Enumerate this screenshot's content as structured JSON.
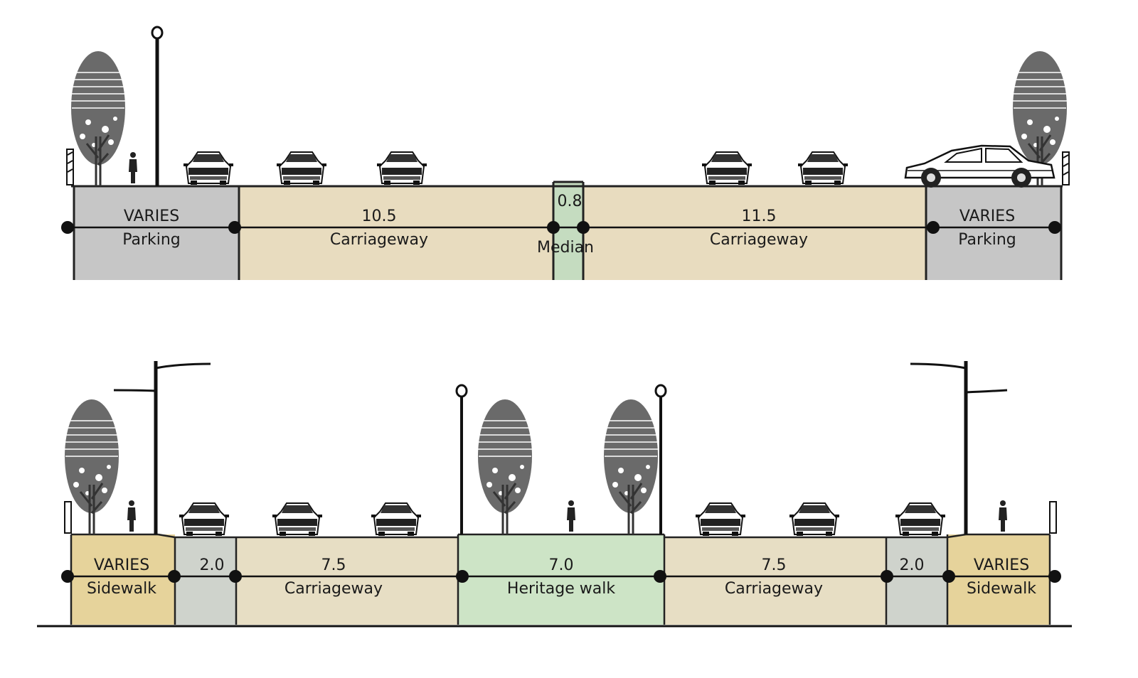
{
  "sections": [
    {
      "id": "existing",
      "segments": [
        {
          "kind": "parking",
          "value": "VARIES",
          "label": "Parking",
          "color": "#c6c6c6"
        },
        {
          "kind": "carriageway",
          "value": "10.5",
          "label": "Carriageway",
          "color": "#e8dcbf"
        },
        {
          "kind": "median",
          "value": "0.8",
          "label": "Median",
          "color": "#c5dcc0"
        },
        {
          "kind": "carriageway",
          "value": "11.5",
          "label": "Carriageway",
          "color": "#e8dcbf"
        },
        {
          "kind": "parking",
          "value": "VARIES",
          "label": "Parking",
          "color": "#c6c6c6"
        }
      ]
    },
    {
      "id": "proposed",
      "segments": [
        {
          "kind": "sidewalk",
          "value": "VARIES",
          "label": "Sidewalk",
          "color": "#e6d39b"
        },
        {
          "kind": "buffer",
          "value": "2.0",
          "label": "",
          "color": "#cfd3cc"
        },
        {
          "kind": "carriageway",
          "value": "7.5",
          "label": "Carriageway",
          "color": "#e7dec4"
        },
        {
          "kind": "heritage",
          "value": "7.0",
          "label": "Heritage walk",
          "color": "#cde4c6"
        },
        {
          "kind": "carriageway",
          "value": "7.5",
          "label": "Carriageway",
          "color": "#e7dec4"
        },
        {
          "kind": "buffer",
          "value": "2.0",
          "label": "",
          "color": "#cfd3cc"
        },
        {
          "kind": "sidewalk",
          "value": "VARIES",
          "label": "Sidewalk",
          "color": "#e6d39b"
        }
      ]
    }
  ],
  "icons": [
    "tree-icon",
    "street-lamp-icon",
    "car-front-icon",
    "car-side-icon",
    "pedestrian-icon",
    "bollard-icon"
  ]
}
